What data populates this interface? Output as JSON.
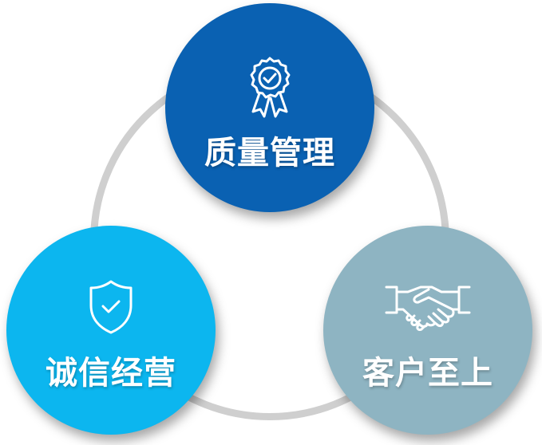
{
  "nodes": {
    "quality": {
      "label": "质量管理",
      "color": "#0a61b2",
      "icon": "award-badge-icon"
    },
    "integrity": {
      "label": "诚信经营",
      "color": "#0cb6ef",
      "icon": "shield-check-icon"
    },
    "customer": {
      "label": "客户至上",
      "color": "#8eb4c2",
      "icon": "handshake-icon"
    }
  },
  "ring_color": "#cfcfcf"
}
